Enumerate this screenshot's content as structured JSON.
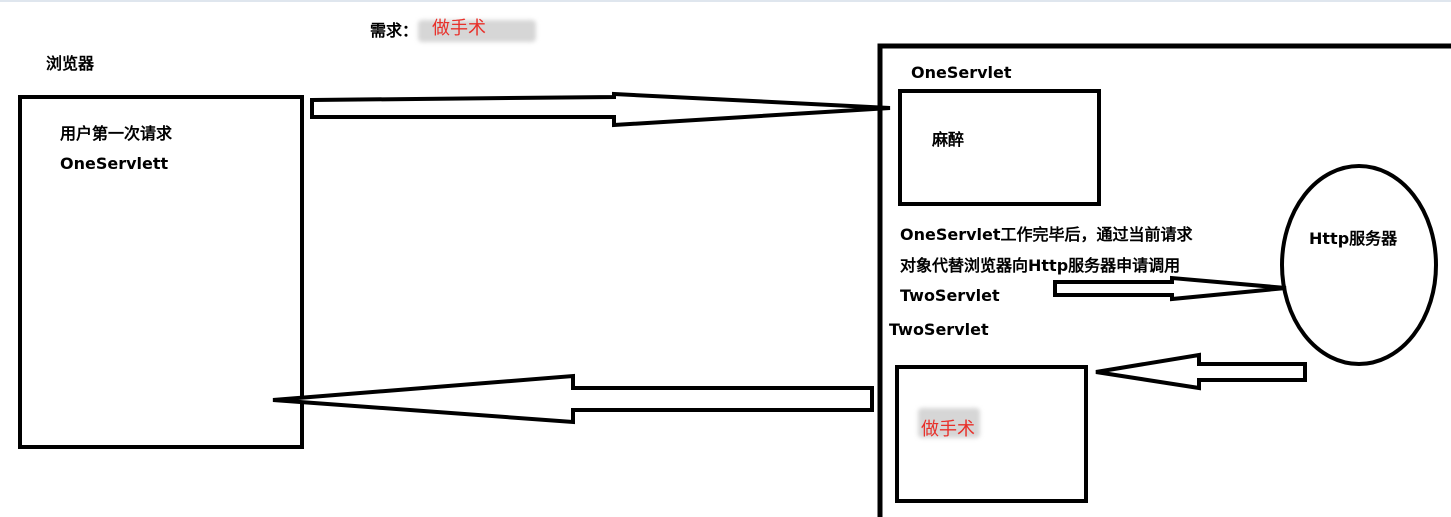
{
  "header": {
    "requirement_label": "需求：",
    "requirement_value": "做手术"
  },
  "browser": {
    "title": "浏览器",
    "request_line1": "用户第一次请求",
    "request_line2": "OneServlett"
  },
  "server": {
    "one_servlet_title": "OneServlet",
    "one_servlet_task": "麻醉",
    "note_line1": "OneServlet工作完毕后，通过当前请求",
    "note_line2": "对象代替浏览器向Http服务器申请调用",
    "note_line3": "TwoServlet",
    "two_servlet_title": "TwoServlet",
    "two_servlet_task": "做手术",
    "http_server": "Http服务器"
  },
  "colors": {
    "ink": "#000000",
    "highlight": "#e8302a"
  }
}
